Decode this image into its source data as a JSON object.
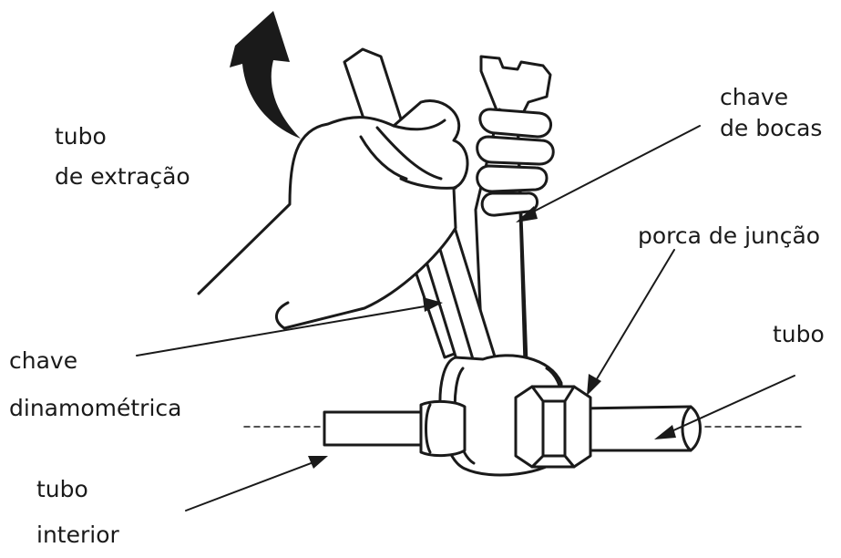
{
  "labels": {
    "tubo_extracao": [
      "tubo",
      "de extração"
    ],
    "chave_bocas": [
      "chave",
      "de bocas"
    ],
    "porca_juncao": "porca de junção",
    "tubo": "tubo",
    "chave_dinamometrica": [
      "chave",
      "dinamométrica"
    ],
    "tubo_interior": [
      "tubo",
      "interior"
    ]
  }
}
